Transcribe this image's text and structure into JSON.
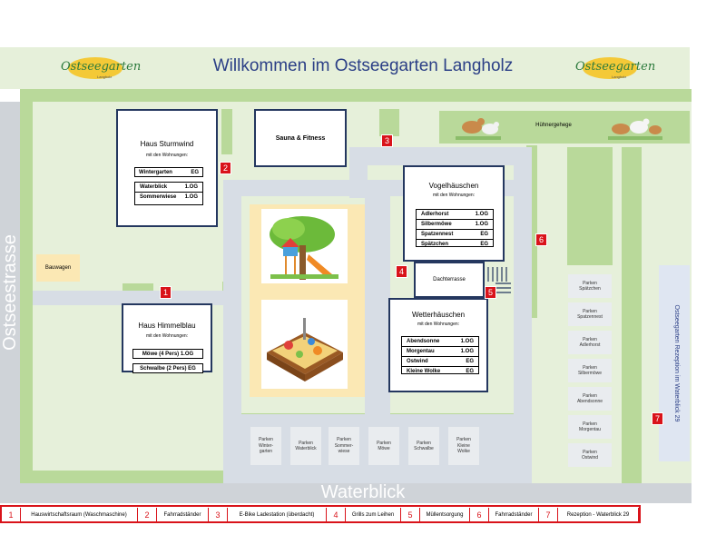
{
  "header": {
    "title": "Willkommen im Ostseegarten Langholz",
    "logo_text": "Ostseegarten",
    "logo_sub": "Langholz"
  },
  "streets": {
    "west": "Ostseestrasse",
    "south": "Waterblick",
    "reception_label": "Ostseegarten Rezeption im Waterblick 29"
  },
  "buildings": {
    "sturmwind": {
      "title": "Haus Sturmwind",
      "subtitle": "mit den Wohnungen:",
      "units": [
        {
          "name": "Wintergarten",
          "floor": "EG"
        },
        {
          "name": "Waterblick",
          "floor": "1.OG"
        },
        {
          "name": "Sommerwiese",
          "floor": "1.OG"
        }
      ]
    },
    "sauna": {
      "title": "Sauna & Fitness"
    },
    "voegel": {
      "title": "Vogelhäuschen",
      "subtitle": "mit den Wohnungen:",
      "units": [
        {
          "name": "Adlerhorst",
          "floor": "1.OG"
        },
        {
          "name": "Silbermöwe",
          "floor": "1.OG"
        },
        {
          "name": "Spatzennest",
          "floor": "EG"
        },
        {
          "name": "Spätzchen",
          "floor": "EG"
        }
      ]
    },
    "himmelblau": {
      "title": "Haus Himmelblau",
      "subtitle": "mit den Wohnungen:",
      "units": [
        {
          "name": "Möwe (4 Pers) 1.OG"
        },
        {
          "name": "Schwalbe (2 Pers) EG"
        }
      ]
    },
    "wetter": {
      "title": "Wetterhäuschen",
      "subtitle": "mit den Wohnungen:",
      "units": [
        {
          "name": "Abendsonne",
          "floor": "1.OG"
        },
        {
          "name": "Morgentau",
          "floor": "1.OG"
        },
        {
          "name": "Ostwind",
          "floor": "EG"
        },
        {
          "name": "Kleine Wolke",
          "floor": "EG"
        }
      ]
    },
    "dachterrasse": {
      "title": "Dachterrasse"
    },
    "bauwagen": {
      "title": "Bauwagen"
    },
    "huehner": {
      "title": "Hühnergehege"
    }
  },
  "parking_bottom": [
    {
      "line1": "Parken",
      "line2": "Winter-",
      "line3": "garten"
    },
    {
      "line1": "Parken",
      "line2": "Waterblick",
      "line3": ""
    },
    {
      "line1": "Parken",
      "line2": "Sommer-",
      "line3": "wiese"
    },
    {
      "line1": "Parken",
      "line2": "Möwe",
      "line3": ""
    },
    {
      "line1": "Parken",
      "line2": "Schwalbe",
      "line3": ""
    },
    {
      "line1": "Parken",
      "line2": "Kleine",
      "line3": "Wolke"
    }
  ],
  "parking_right": [
    {
      "line1": "Parken",
      "line2": "Spätzchen"
    },
    {
      "line1": "Parken",
      "line2": "Spatzennest"
    },
    {
      "line1": "Parken",
      "line2": "Adlerhorst"
    },
    {
      "line1": "Parken",
      "line2": "Silbermöwe"
    },
    {
      "line1": "Parken",
      "line2": "Abendsonne"
    },
    {
      "line1": "Parken",
      "line2": "Morgentau"
    },
    {
      "line1": "Parken",
      "line2": "Ostwind"
    }
  ],
  "markers": [
    "1",
    "2",
    "3",
    "4",
    "5",
    "6",
    "7"
  ],
  "legend": [
    {
      "num": "1",
      "label": "Hauswirtschaftsraum (Waschmaschine)"
    },
    {
      "num": "2",
      "label": "Fahrradständer"
    },
    {
      "num": "3",
      "label": "E-Bike Ladestation (überdacht)"
    },
    {
      "num": "4",
      "label": "Grills zum Leihen"
    },
    {
      "num": "5",
      "label": "Müllentsorgung"
    },
    {
      "num": "6",
      "label": "Fahrradständer"
    },
    {
      "num": "7",
      "label": "Rezeption - Waterblick 29"
    }
  ],
  "colors": {
    "title_blue": "#2b3f86",
    "house_border": "#24375f",
    "marker_red": "#d9131a",
    "hedge_green": "#b9d99a",
    "lawn_green": "#e6f0da"
  }
}
